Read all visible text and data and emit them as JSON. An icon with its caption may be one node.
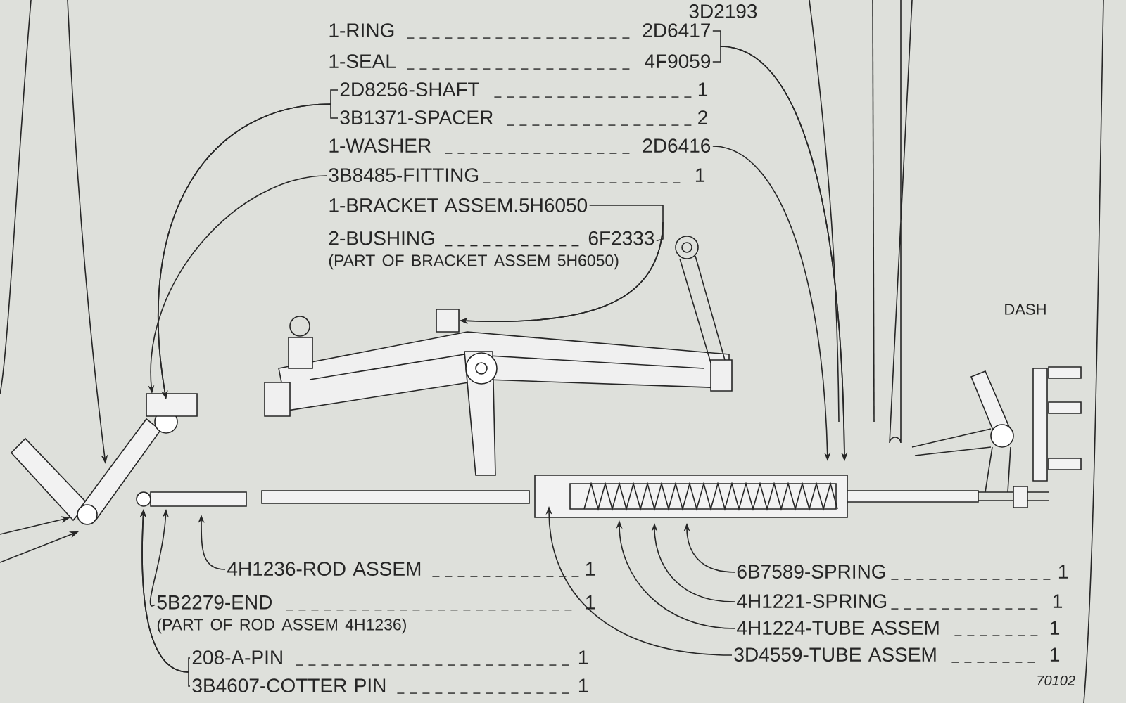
{
  "diagram": {
    "nodes": [
      {
        "text": [
          "1-RING",
          "2D6417"
        ]
      },
      {
        "text": [
          "1-SEAL",
          "4F9059"
        ]
      },
      {
        "text": [
          "2D8256-SHAFT",
          "1"
        ]
      },
      {
        "text": [
          "3B1371-SPACER",
          "2"
        ]
      },
      {
        "text": [
          "1-WASHER",
          "2D6416"
        ]
      },
      {
        "text": [
          "3B8485-FITTING",
          "1"
        ]
      },
      {
        "text": [
          "1-BRACKET ASSEM.5H6050"
        ]
      },
      {
        "text": [
          "2-BUSHING",
          "6F2333",
          "(PART OF BRACKET ASSEM 5H6050)"
        ]
      },
      {
        "text": [
          "4H1236-ROD ASSEM",
          "1"
        ]
      },
      {
        "text": [
          "5B2279-END",
          "1",
          "(PART OF ROD ASSEM 4H1236)"
        ]
      },
      {
        "text": [
          "208-A-PIN",
          "1"
        ]
      },
      {
        "text": [
          "3B4607-COTTER PIN",
          "1"
        ]
      },
      {
        "text": [
          "6B7589-SPRING",
          "1"
        ]
      },
      {
        "text": [
          "4H1221-SPRING",
          "1"
        ]
      },
      {
        "text": [
          "4H1224-TUBE ASSEM",
          "1"
        ]
      },
      {
        "text": [
          "3D4559-TUBE ASSEM",
          "1"
        ]
      },
      {
        "text": [],
        "shape": "box"
      }
    ],
    "edges": [
      {
        "from": 0,
        "to": null,
        "arrow": "to"
      },
      {
        "from": 1,
        "to": null,
        "arrow": "to"
      },
      {
        "from": 2,
        "to": null,
        "arrow": "to"
      },
      {
        "from": 3,
        "to": null,
        "arrow": "to"
      },
      {
        "from": 4,
        "to": null,
        "arrow": "to"
      },
      {
        "from": 5,
        "to": null,
        "arrow": "to"
      },
      {
        "from": 6,
        "to": 16,
        "arrow": "to"
      },
      {
        "from": 7,
        "to": 16,
        "arrow": "to"
      },
      {
        "from": 8,
        "to": null,
        "arrow": "to"
      },
      {
        "from": 9,
        "to": null,
        "arrow": "to"
      },
      {
        "from": 10,
        "to": null,
        "arrow": "to"
      },
      {
        "from": 11,
        "to": null,
        "arrow": "to"
      },
      {
        "from": 12,
        "to": null,
        "arrow": "to"
      },
      {
        "from": 13,
        "to": null,
        "arrow": "to"
      },
      {
        "from": 14,
        "to": null,
        "arrow": "to"
      },
      {
        "from": 15,
        "to": null,
        "arrow": "to"
      }
    ],
    "labels": [
      "3D2193",
      "DASH",
      "70102"
    ]
  }
}
